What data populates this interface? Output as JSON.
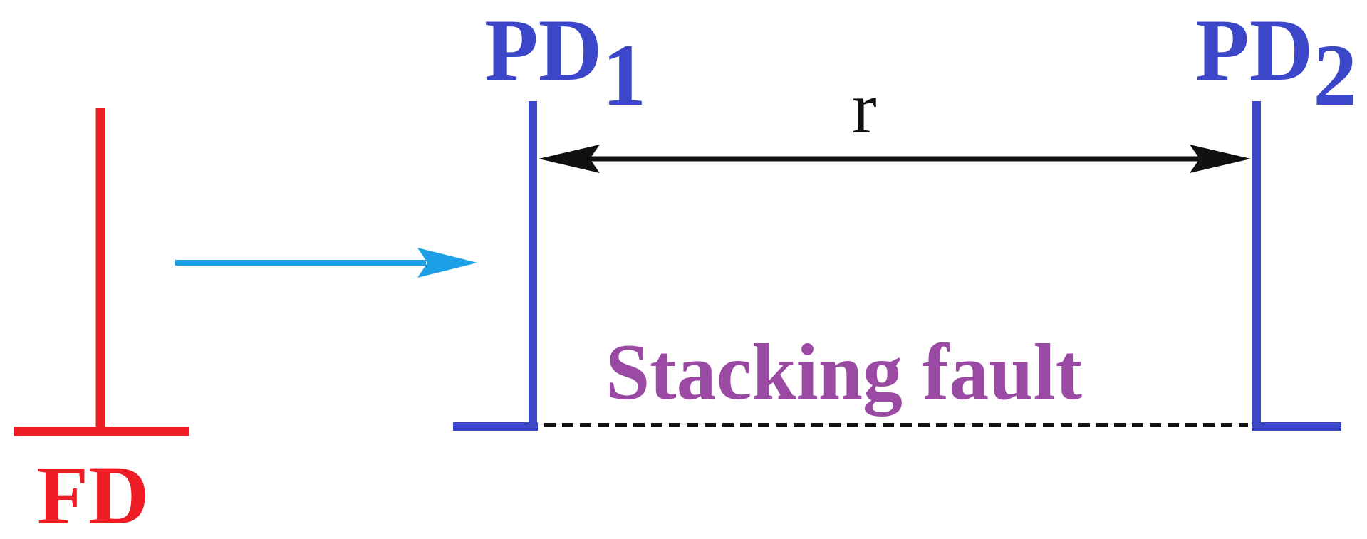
{
  "labels": {
    "fd": "FD",
    "pd1_base": "PD",
    "pd1_sub": "1",
    "pd2_base": "PD",
    "pd2_sub": "2",
    "distance": "r",
    "stacking_fault": "Stacking fault"
  },
  "colors": {
    "full_dislocation": "#ee1c25",
    "partial_dislocation": "#3c46c8",
    "dissociation_arrow": "#1ea0e6",
    "distance_arrow": "#111111",
    "stacking_fault_text": "#9b4aa3",
    "fault_line": "#111111"
  }
}
